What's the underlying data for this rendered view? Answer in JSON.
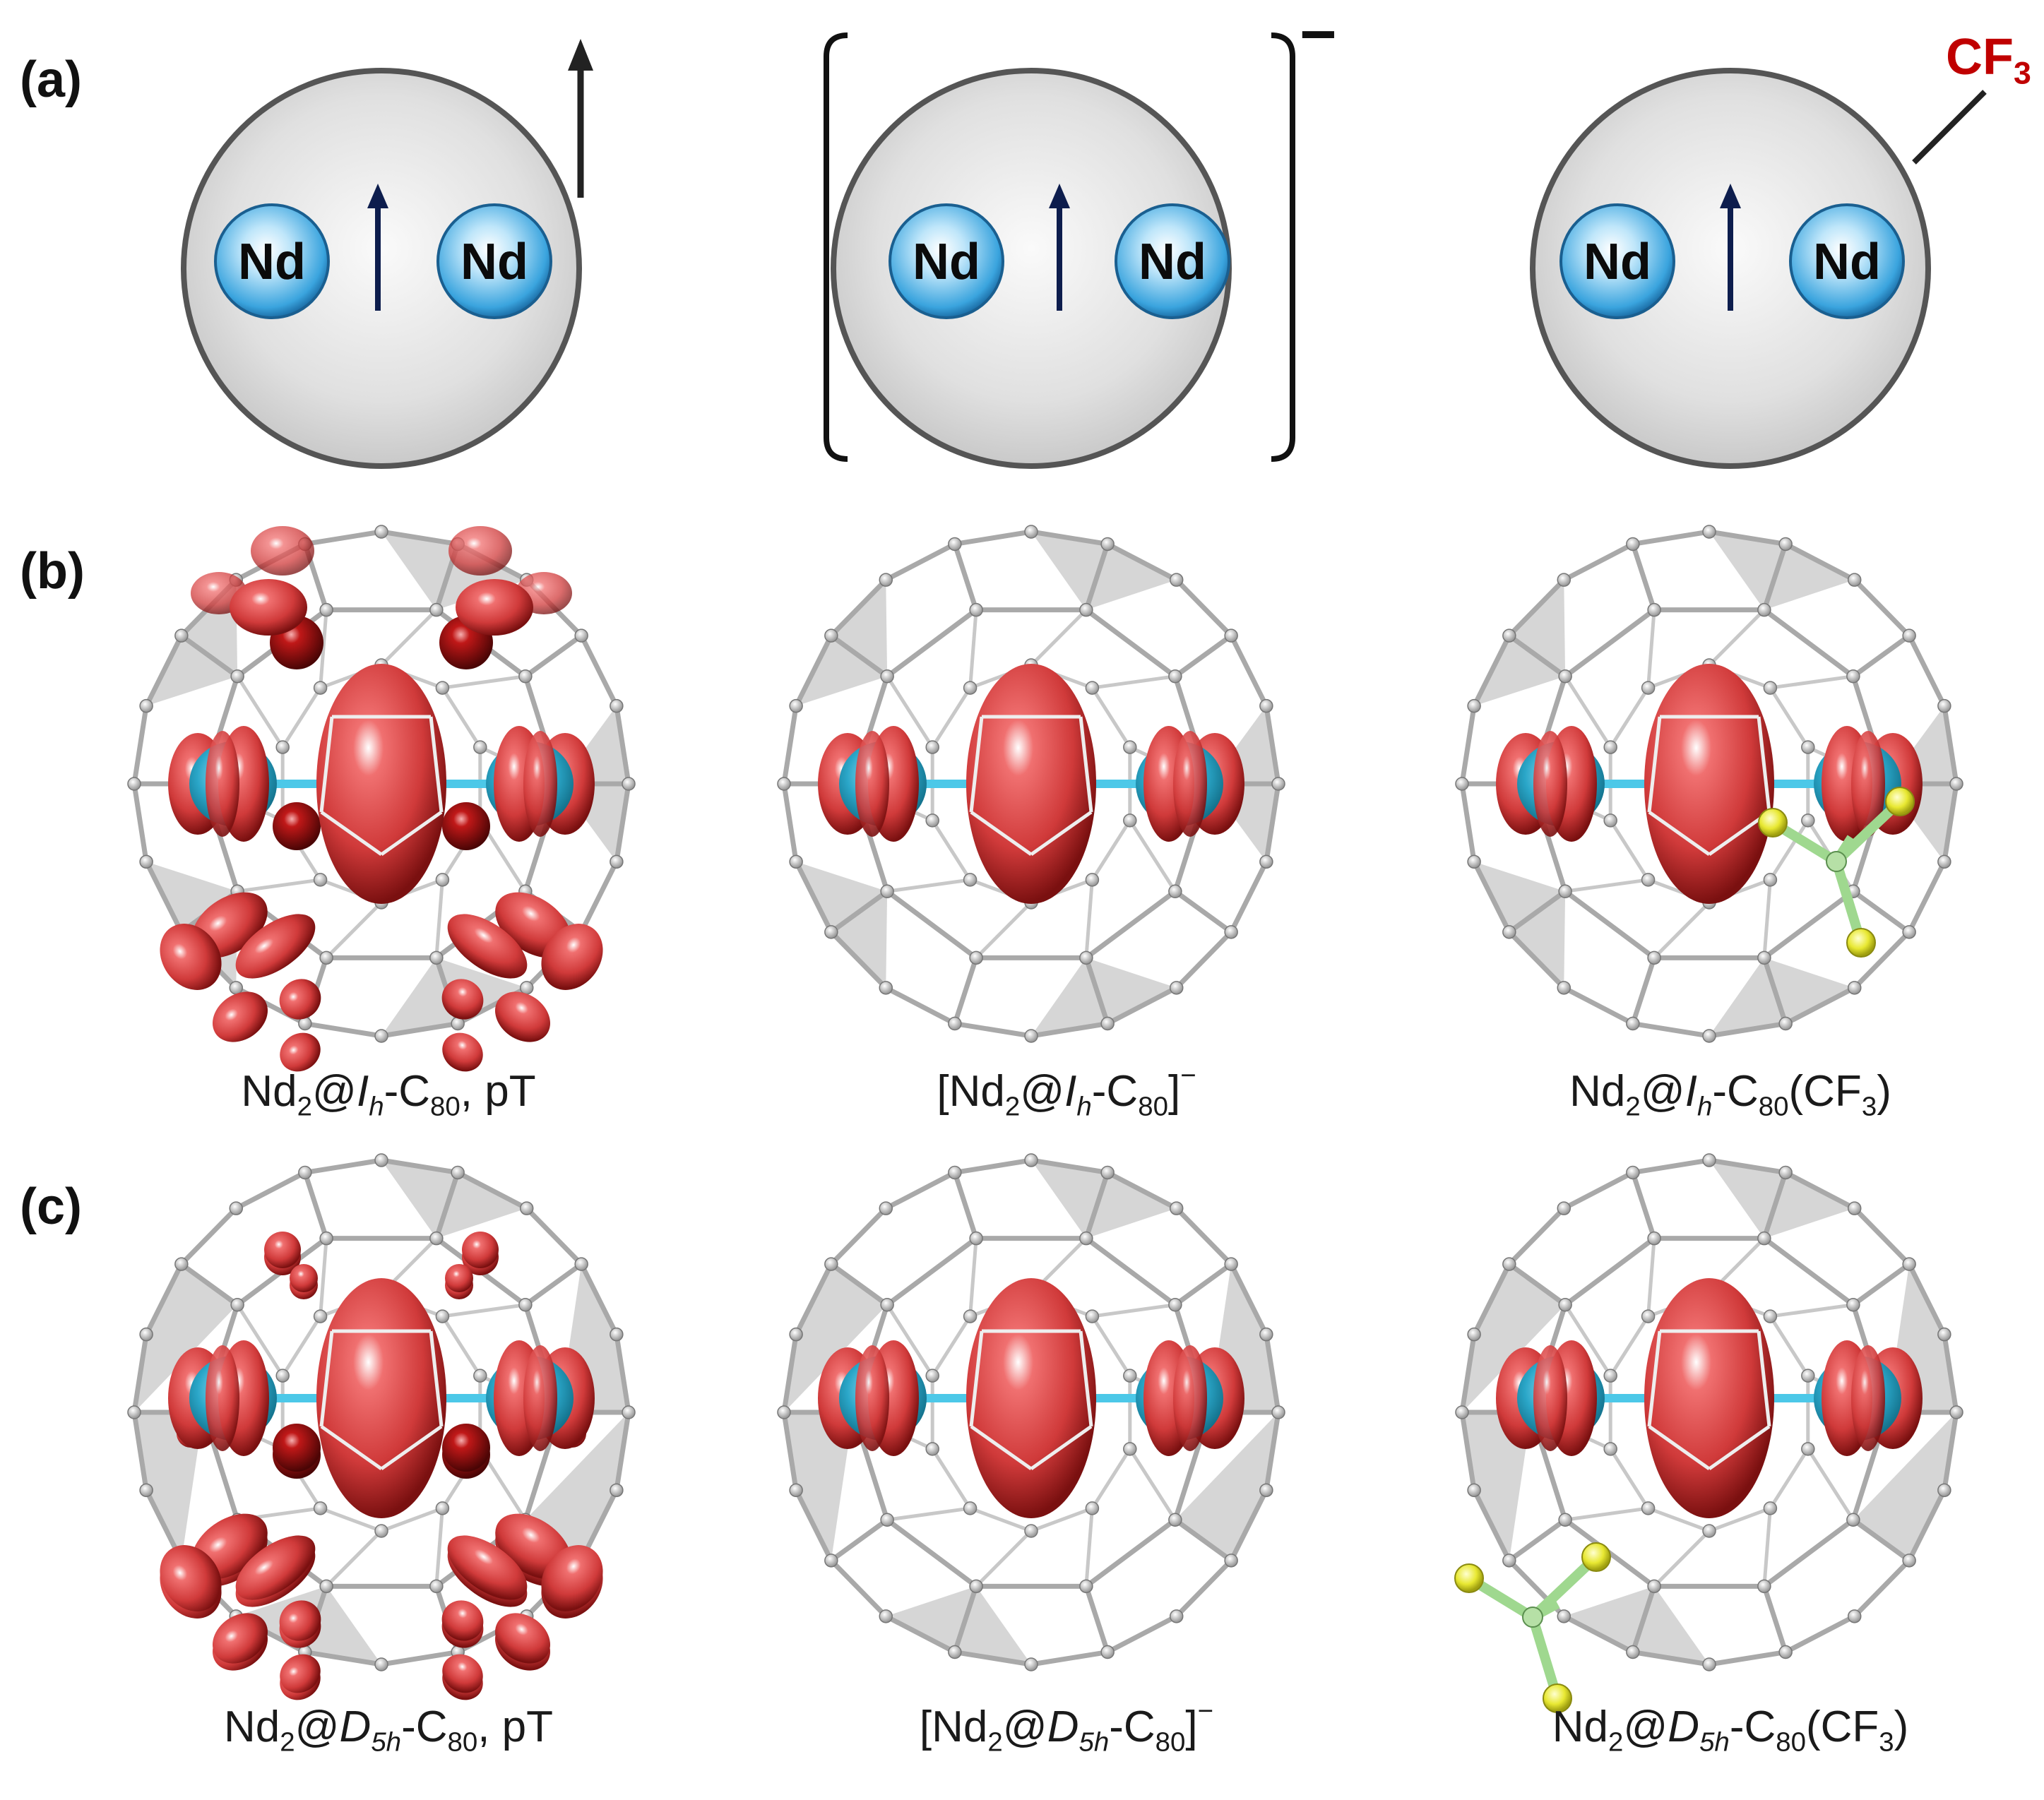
{
  "panels": {
    "a": "(a)",
    "b": "(b)",
    "c": "(c)"
  },
  "schematic": {
    "atom_label": "Nd",
    "charge_sign": "−",
    "substituent_label": "CF",
    "substituent_subscript": "3"
  },
  "captions_row_b": [
    {
      "pre": "Nd",
      "sub1": "2",
      "at": "@",
      "sym": "I",
      "symsub": "h",
      "mid": "-C",
      "sub2": "80",
      "post": ", pT",
      "bracket": false,
      "charge": ""
    },
    {
      "pre": "Nd",
      "sub1": "2",
      "at": "@",
      "sym": "I",
      "symsub": "h",
      "mid": "-C",
      "sub2": "80",
      "post": "",
      "bracket": true,
      "charge": "−"
    },
    {
      "pre": "Nd",
      "sub1": "2",
      "at": "@",
      "sym": "I",
      "symsub": "h",
      "mid": "-C",
      "sub2": "80",
      "post": "(CF",
      "post_sub": "3",
      "post_end": ")",
      "bracket": false,
      "charge": ""
    }
  ],
  "captions_row_c": [
    {
      "pre": "Nd",
      "sub1": "2",
      "at": "@",
      "sym": "D",
      "symsub": "5h",
      "mid": "-C",
      "sub2": "80",
      "post": ", pT",
      "bracket": false,
      "charge": ""
    },
    {
      "pre": "Nd",
      "sub1": "2",
      "at": "@",
      "sym": "D",
      "symsub": "5h",
      "mid": "-C",
      "sub2": "80",
      "post": "",
      "bracket": true,
      "charge": "−"
    },
    {
      "pre": "Nd",
      "sub1": "2",
      "at": "@",
      "sym": "D",
      "symsub": "5h",
      "mid": "-C",
      "sub2": "80",
      "post": "(CF",
      "post_sub": "3",
      "post_end": ")",
      "bracket": false,
      "charge": ""
    }
  ],
  "colors": {
    "cage_fill": "#dcdcdc",
    "cage_stroke": "#555555",
    "atom_fill": "#58b8e8",
    "spin_arrow": "#0d1d4d",
    "spin_density": "#c62a2a",
    "nd_core": "#2aa6c8",
    "cf3_bond": "#9fd88f",
    "fluorine": "#e8e832",
    "cf3_label": "#c00000"
  }
}
